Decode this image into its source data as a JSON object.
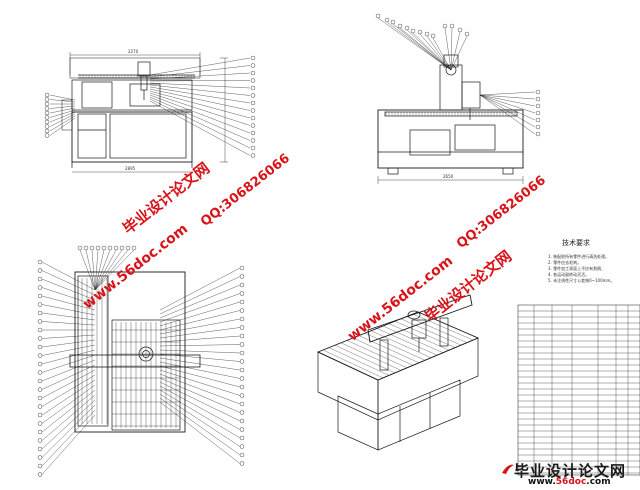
{
  "watermarks": {
    "title_text": "毕业设计论文网",
    "site_url": "www.56doc.com",
    "qq_text": "QQ:306826066"
  },
  "tech_requirements": {
    "title": "技术要求",
    "lines": [
      "1. 装配前所有零件进行清洗处理。",
      "2. 零件应去毛刺。",
      "3. 零件加工表面上不应有划痕、",
      "4. 各运动副转动灵活。",
      "5. 未注线性尺寸公差按0~100mm。"
    ]
  },
  "dimensions": {
    "front_top_width": "2270",
    "front_bottom_width": "2895",
    "side_bottom_width": "2650"
  },
  "brand_logo": {
    "name": "毕业设计论文网",
    "url_prefix": "www.",
    "url_highlight": "56doc",
    "url_suffix": ".com"
  },
  "colors": {
    "line": "#1a1a1a",
    "watermark_red": "#d8141a",
    "watermark_green": "#1a7a2a"
  }
}
